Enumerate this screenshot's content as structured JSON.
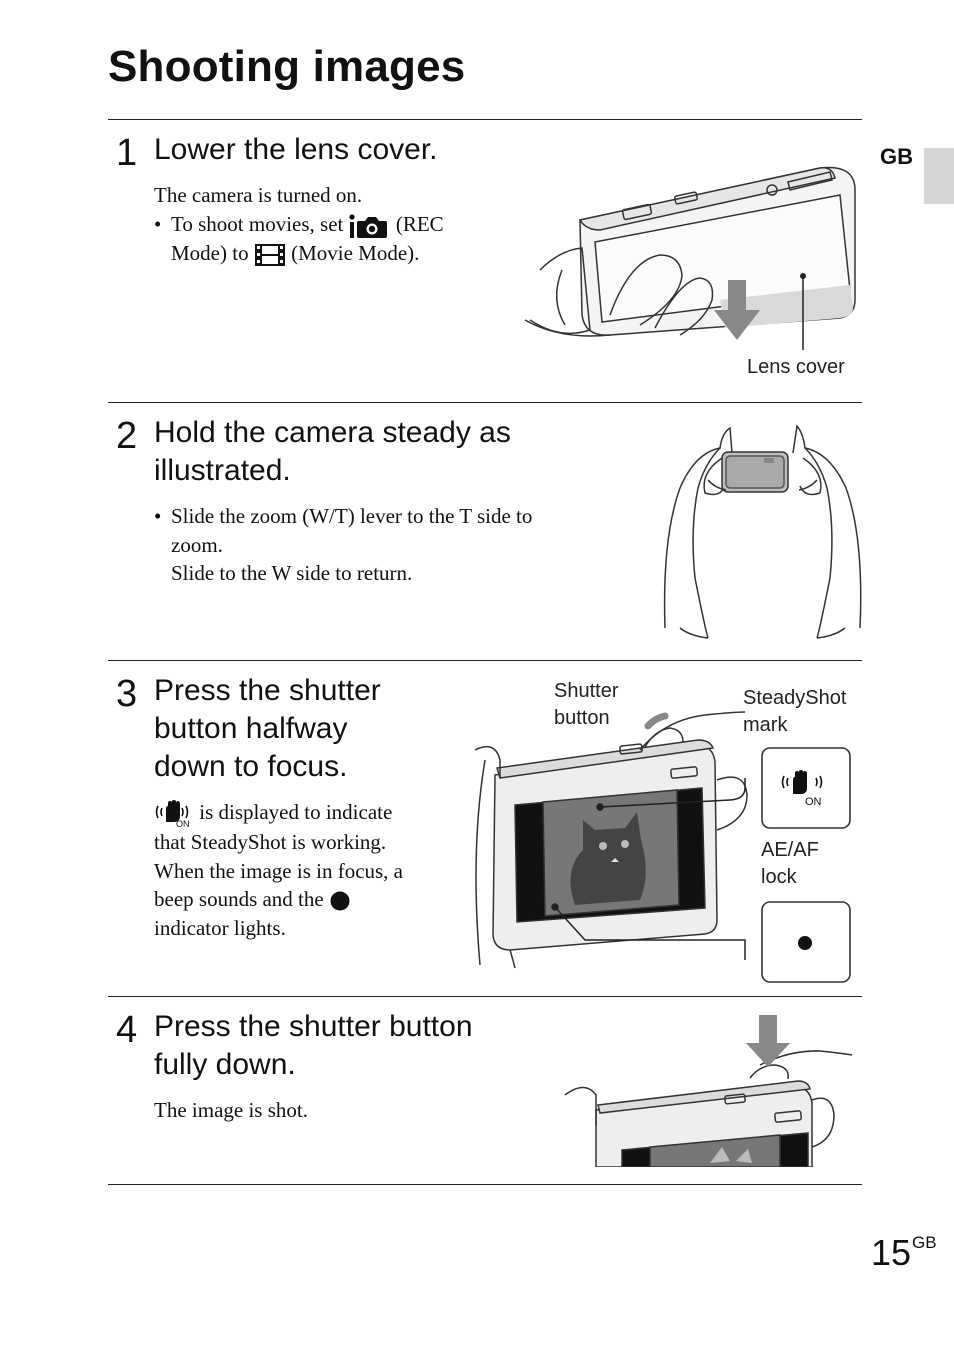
{
  "page": {
    "title": "Shooting images",
    "lang_tab": "GB",
    "number": "15",
    "number_suffix": "GB"
  },
  "steps": [
    {
      "number": "1",
      "heading": "Lower the lens cover.",
      "text": "The camera is turned on.",
      "bullet_a": "To shoot movies, set",
      "bullet_b": "(REC",
      "bullet_c": "Mode) to",
      "bullet_d": "(Movie Mode).",
      "callout": "Lens cover"
    },
    {
      "number": "2",
      "heading_line1": "Hold the camera steady as",
      "heading_line2": "illustrated.",
      "bullet_line1": "Slide the zoom (W/T) lever to the T side to",
      "bullet_line2": "zoom.",
      "bullet_line3": "Slide to the W side to return."
    },
    {
      "number": "3",
      "heading_line1": "Press the shutter",
      "heading_line2": "button halfway",
      "heading_line3": "down to focus.",
      "line1": "is displayed to indicate",
      "line2": "that SteadyShot is working.",
      "line3": "When the image is in focus, a",
      "line4a": "beep sounds and the",
      "line5": "indicator lights.",
      "label_shutter_1": "Shutter",
      "label_shutter_2": "button",
      "label_steady_1": "SteadyShot",
      "label_steady_2": "mark",
      "label_aeaf_1": "AE/AF",
      "label_aeaf_2": "lock",
      "icon_on": "ON"
    },
    {
      "number": "4",
      "heading_line1": "Press the shutter button",
      "heading_line2": "fully down.",
      "text": "The image is shot."
    }
  ]
}
